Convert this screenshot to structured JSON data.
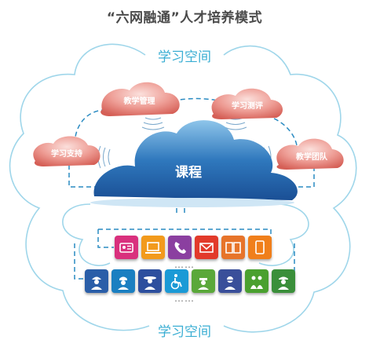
{
  "title": "“六网融通”人才培养模式",
  "top_label": "学习空间",
  "bottom_label": "学习空间",
  "core": "课程",
  "satellites": {
    "teaching_management": "教学管理",
    "learning_support": "学习支持",
    "learning_evaluation": "学习测评",
    "teaching_team": "教学团队"
  },
  "ellipsis": "……",
  "colors": {
    "outline": "#9fd6ea",
    "cloud_blue": "#2c6fb3",
    "bubble_red": "#e07a72",
    "connector": "#2a8bc2"
  },
  "media_tiles": [
    {
      "icon": "id-card-icon",
      "color": "#d9307d"
    },
    {
      "icon": "laptop-icon",
      "color": "#f29a1c"
    },
    {
      "icon": "phone-icon",
      "color": "#8b3fa0"
    },
    {
      "icon": "mail-icon",
      "color": "#e23a2a"
    },
    {
      "icon": "book-icon",
      "color": "#e7742a"
    },
    {
      "icon": "tablet-icon",
      "color": "#f07f1b"
    }
  ],
  "people_tiles": [
    {
      "icon": "worker-icon",
      "color": "#2a5ea8"
    },
    {
      "icon": "soldier-icon",
      "color": "#1a7fc1"
    },
    {
      "icon": "farmer-icon",
      "color": "#2d4f9e"
    },
    {
      "icon": "wheelchair-icon",
      "color": "#1b9ad6"
    },
    {
      "icon": "nurse-icon",
      "color": "#5aa83a"
    },
    {
      "icon": "elder-icon",
      "color": "#3a4f9a"
    },
    {
      "icon": "family-icon",
      "color": "#4aa02f"
    },
    {
      "icon": "police-icon",
      "color": "#3a8f3a"
    }
  ]
}
